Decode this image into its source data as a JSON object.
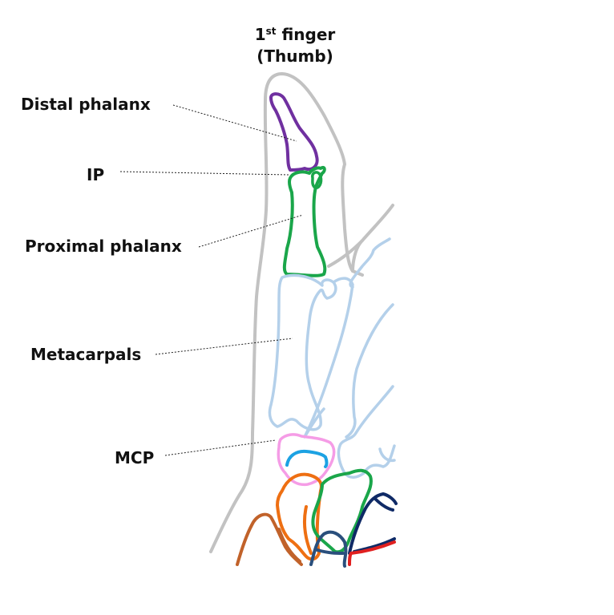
{
  "title": {
    "number": "1",
    "ordinal": "st",
    "line1_rest": " finger",
    "line2": "(Thumb)"
  },
  "labels": {
    "distal_phalanx": "Distal phalanx",
    "ip": "IP",
    "proximal_phalanx": "Proximal phalanx",
    "metacarpals": "Metacarpals",
    "mcp": "MCP"
  },
  "colors": {
    "outline": "#c2c2c2",
    "distal_phalanx": "#7030a0",
    "proximal_phalanx": "#1aa64a",
    "metacarpals": "#b4d0ea",
    "mcp_pink": "#f59ce6",
    "mcp_blue": "#1ca2e3",
    "trapezium": "#ee6f12",
    "trapezoid": "#1aa64a",
    "capitate": "#2a4f7c",
    "carpal_dark": "#0f2a66",
    "carpal_red": "#e02020",
    "carpal_brown": "#c1622a"
  }
}
